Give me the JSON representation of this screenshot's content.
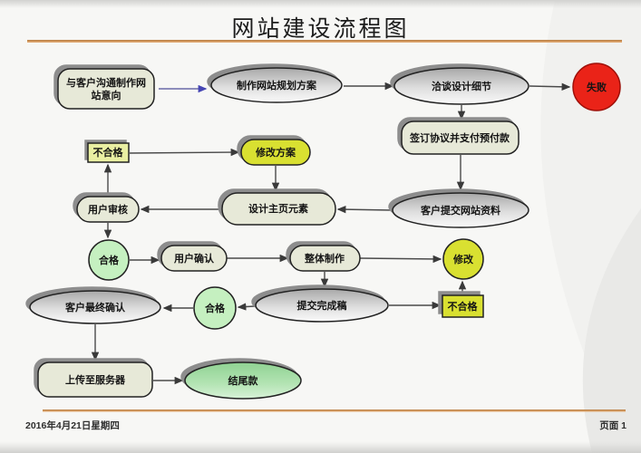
{
  "slide": {
    "title": "网站建设流程图",
    "footer": {
      "date": "2016年4月21日星期四",
      "page_label": "页面 1"
    }
  },
  "flowchart": {
    "nodes": {
      "communicate_intent": {
        "label": "与客户沟通制作网站意向",
        "lines": [
          "与客户沟通制作网",
          "站意向"
        ]
      },
      "make_plan": {
        "label": "制作网站规划方案"
      },
      "discuss_details": {
        "label": "洽谈设计细节"
      },
      "fail": {
        "label": "失败"
      },
      "sign_agreement": {
        "label": "签订协议并支付预付款"
      },
      "unqualified_plan": {
        "label": "不合格"
      },
      "revise_plan": {
        "label": "修改方案"
      },
      "user_review": {
        "label": "用户审核"
      },
      "design_homepage": {
        "label": "设计主页元素"
      },
      "client_submit_materials": {
        "label": "客户提交网站资料"
      },
      "qualified_review": {
        "label": "合格"
      },
      "user_confirm": {
        "label": "用户确认"
      },
      "overall_build": {
        "label": "整体制作"
      },
      "modify": {
        "label": "修改"
      },
      "client_final_confirm": {
        "label": "客户最终确认"
      },
      "qualified_final": {
        "label": "合格"
      },
      "submit_final_draft": {
        "label": "提交完成稿"
      },
      "unqualified_draft": {
        "label": "不合格"
      },
      "upload_server": {
        "label": "上传至服务器"
      },
      "final_payment": {
        "label": "结尾款"
      }
    },
    "colors": {
      "process_fill": "#e7e9d8",
      "ellipse_gray": "#d8d8d8",
      "yellow": "#d9e031",
      "pale_yellow": "#e9efa2",
      "green_circle": "#c5f0c0",
      "green_ellipse": "#a9dca9",
      "fail_red": "#ea2318",
      "shadow_gray": "#8d8d8d",
      "accent_line_orange": "#cf9255",
      "connector": "#4a4a4a",
      "connector_blue": "#6a6aa8"
    }
  }
}
